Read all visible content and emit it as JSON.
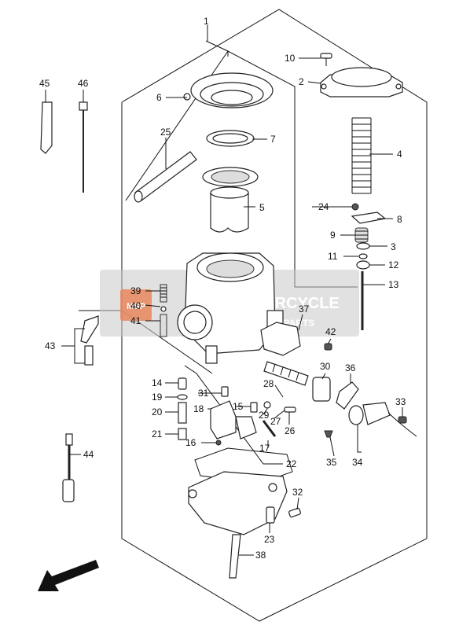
{
  "watermark": {
    "brand": "MOTORCYCLE",
    "sub": "SPAREPARTS",
    "logo": "MSP"
  },
  "callouts": [
    {
      "id": "c1",
      "text": "1"
    },
    {
      "id": "c2",
      "text": "2"
    },
    {
      "id": "c3",
      "text": "3"
    },
    {
      "id": "c4",
      "text": "4"
    },
    {
      "id": "c5",
      "text": "5"
    },
    {
      "id": "c6",
      "text": "6"
    },
    {
      "id": "c7",
      "text": "7"
    },
    {
      "id": "c8",
      "text": "8"
    },
    {
      "id": "c9",
      "text": "9"
    },
    {
      "id": "c10",
      "text": "10"
    },
    {
      "id": "c11",
      "text": "11"
    },
    {
      "id": "c12",
      "text": "12"
    },
    {
      "id": "c13",
      "text": "13"
    },
    {
      "id": "c14",
      "text": "14"
    },
    {
      "id": "c15",
      "text": "15"
    },
    {
      "id": "c16",
      "text": "16"
    },
    {
      "id": "c17",
      "text": "17"
    },
    {
      "id": "c18",
      "text": "18"
    },
    {
      "id": "c19",
      "text": "19"
    },
    {
      "id": "c20",
      "text": "20"
    },
    {
      "id": "c21",
      "text": "21"
    },
    {
      "id": "c22",
      "text": "22"
    },
    {
      "id": "c23",
      "text": "23"
    },
    {
      "id": "c24",
      "text": "24"
    },
    {
      "id": "c25",
      "text": "25"
    },
    {
      "id": "c26",
      "text": "26"
    },
    {
      "id": "c27",
      "text": "27"
    },
    {
      "id": "c28",
      "text": "28"
    },
    {
      "id": "c29",
      "text": "29"
    },
    {
      "id": "c30",
      "text": "30"
    },
    {
      "id": "c31",
      "text": "31"
    },
    {
      "id": "c32",
      "text": "32"
    },
    {
      "id": "c33",
      "text": "33"
    },
    {
      "id": "c34",
      "text": "34"
    },
    {
      "id": "c35",
      "text": "35"
    },
    {
      "id": "c36",
      "text": "36"
    },
    {
      "id": "c37",
      "text": "37"
    },
    {
      "id": "c38",
      "text": "38"
    },
    {
      "id": "c39",
      "text": "39"
    },
    {
      "id": "c40",
      "text": "40"
    },
    {
      "id": "c41",
      "text": "41"
    },
    {
      "id": "c42",
      "text": "42"
    },
    {
      "id": "c43",
      "text": "43"
    },
    {
      "id": "c44",
      "text": "44"
    },
    {
      "id": "c45",
      "text": "45"
    },
    {
      "id": "c46",
      "text": "46"
    }
  ]
}
